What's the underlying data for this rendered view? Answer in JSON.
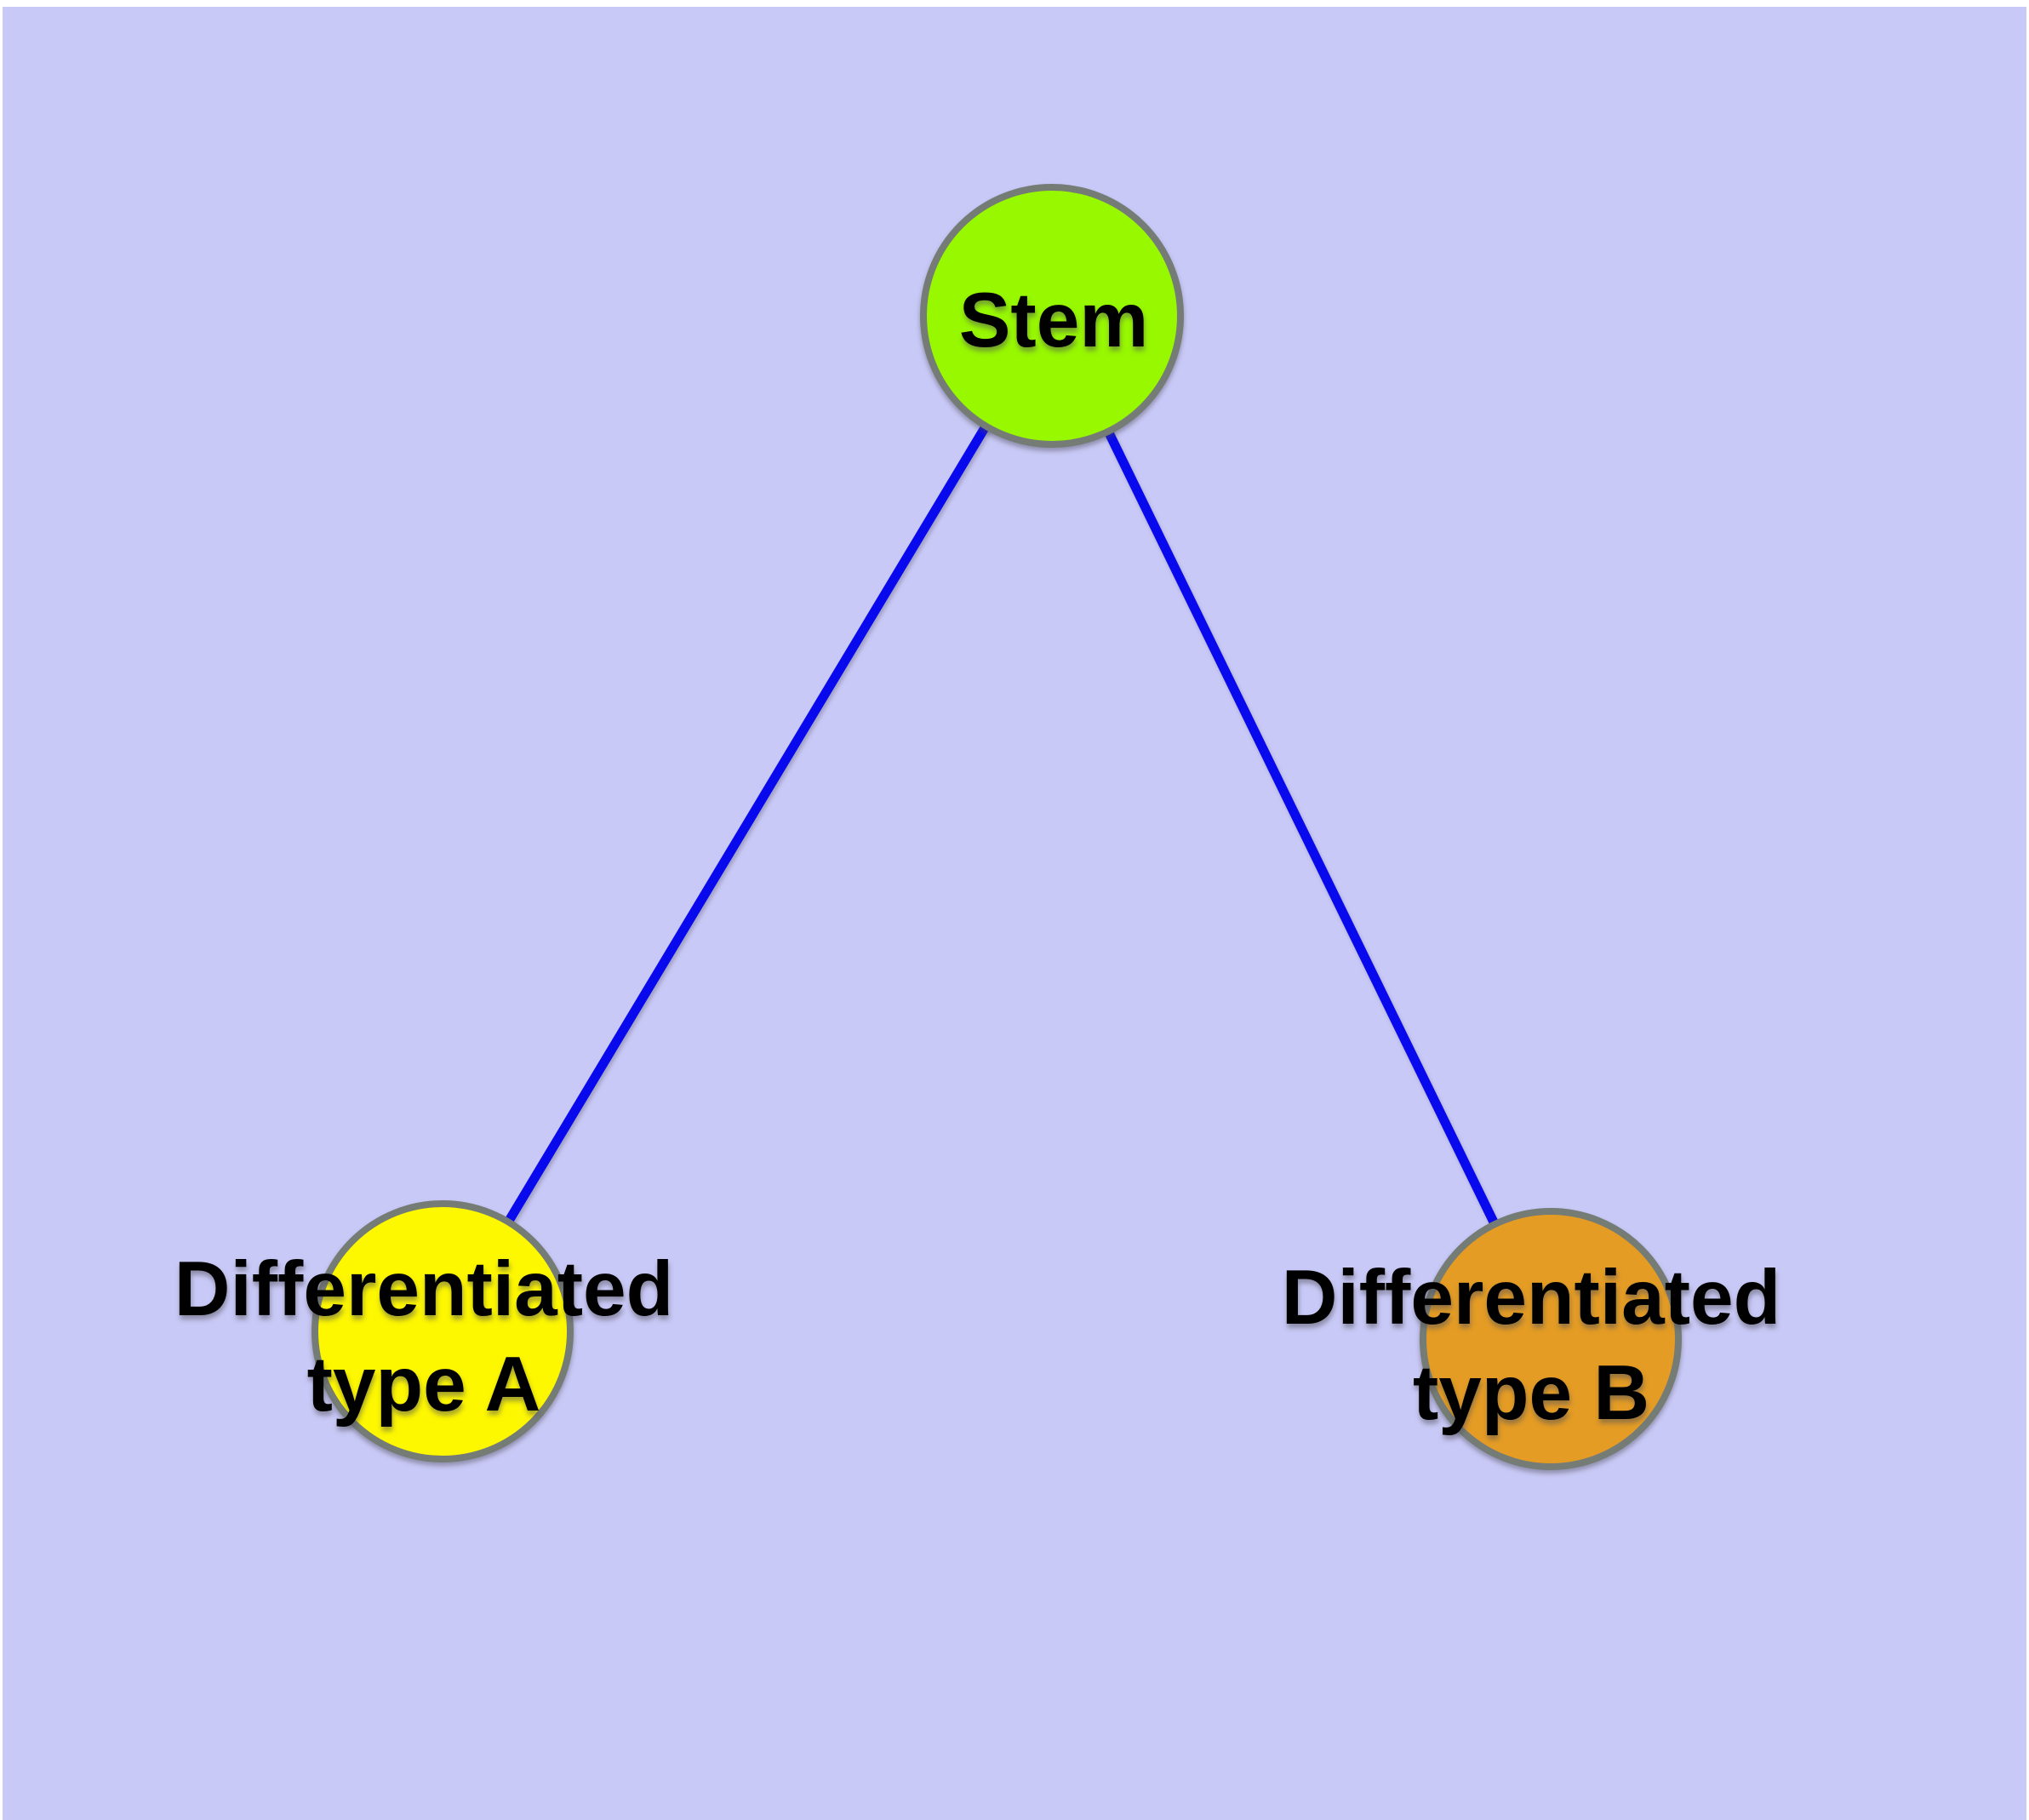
{
  "diagram": {
    "description": "Cell differentiation graph: one stem node linked to two differentiated cell type nodes",
    "background_color": "#c9c9f7",
    "margin_color": "#ffffff",
    "edge_color": "#0909ee",
    "node_border_color": "#757b75",
    "label_color": "#000000",
    "nodes": [
      {
        "id": "stem",
        "label": "Stem",
        "fill": "#97f800"
      },
      {
        "id": "differentiated-type-a",
        "label": "Differentiated type A",
        "label_line1": "Differentiated",
        "label_line2": "type A",
        "fill": "#fdf700"
      },
      {
        "id": "differentiated-type-b",
        "label": "Differentiated type B",
        "label_line1": "Differentiated",
        "label_line2": "type B",
        "fill": "#e49c24"
      }
    ],
    "edges": [
      {
        "from": "stem",
        "to": "differentiated-type-a"
      },
      {
        "from": "stem",
        "to": "differentiated-type-b"
      }
    ]
  }
}
